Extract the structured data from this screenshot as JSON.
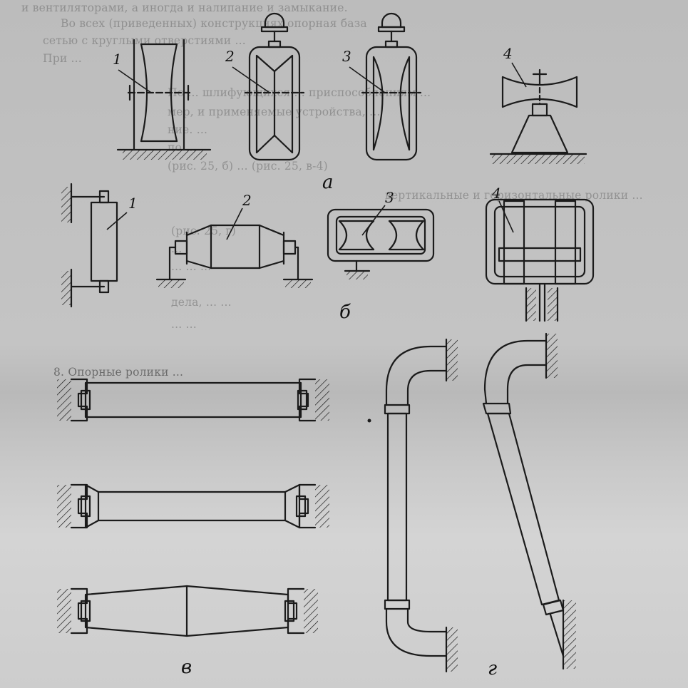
{
  "background_text": [
    "и вентиляторами, а иногда и налипание и замыкание.",
    "Во всех (приведенных) конструкциях опорная база",
    "сетью с круглыми отверстиями ...",
    "При ...",
    "По ... шлифующихся ... приспособлениям ...",
    "мер, и применяемые устройства, ...",
    "ние. ...",
    "по ...",
    "(рис. 25, б) ... (рис. 25, в-4)",
    "вертикальные и горизонтальные ролики ...",
    "(рис. 25, г)",
    "...",
    "... ... ...",
    "дела, ... ...",
    "... ...",
    "8. Опорные ролики ..."
  ],
  "figure": {
    "panel_labels": {
      "a": "а",
      "b": "б",
      "v": "в",
      "g": "г"
    },
    "row_a_numbers": [
      "1",
      "2",
      "3",
      "4"
    ],
    "row_b_numbers": [
      "1",
      "2",
      "3",
      "4"
    ]
  },
  "colors": {
    "ink": "#1b1b1b",
    "paper": "#c4c4c4"
  }
}
